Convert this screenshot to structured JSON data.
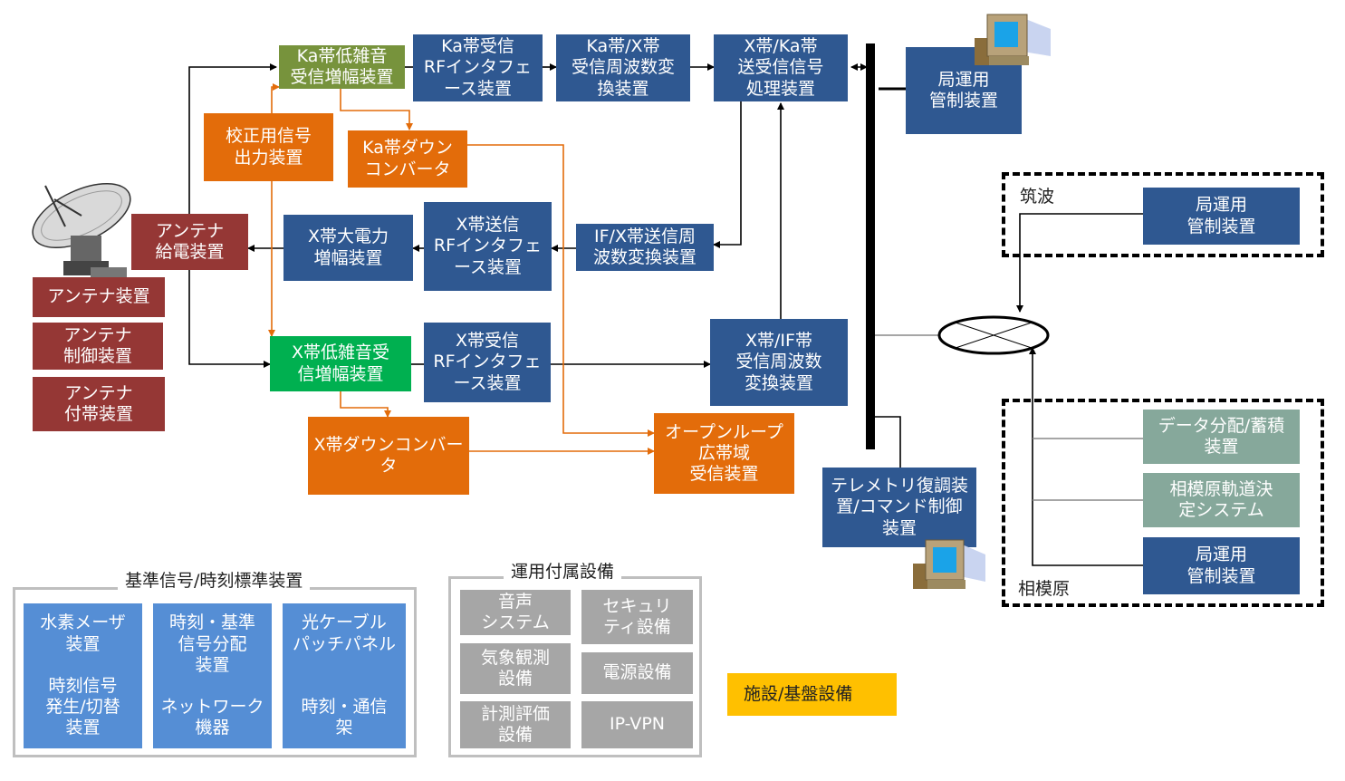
{
  "devices": {
    "ka_lna": "Ka帯低雑音\n受信増幅装置",
    "ka_rx_rf": "Ka帯受信\nRFインタフェ\nース装置",
    "ka_x_rx_conv": "Ka帯/X帯\n受信周波数変\n換装置",
    "x_ka_proc": "X帯/Ka帯\n送受信信号\n処理装置",
    "station_ctrl_main": "局運用\n管制装置",
    "calib": "校正用信号\n出力装置",
    "ka_down": "Ka帯ダウン\nコンバータ",
    "antenna_feed": "アンテナ\n給電装置",
    "x_hpa": "X帯大電力\n増幅装置",
    "x_tx_rf": "X帯送信\nRFインタフェ\nース装置",
    "if_x_tx_conv": "IF/X帯送信周\n波数変換装置",
    "antenna_unit": "アンテナ装置",
    "antenna_ctrl": "アンテナ\n制御装置",
    "antenna_aux": "アンテナ\n付帯装置",
    "x_lna": "X帯低雑音受\n信増幅装置",
    "x_rx_rf": "X帯受信\nRFインタフェ\nース装置",
    "x_if_rx_conv": "X帯/IF帯\n受信周波数\n変換装置",
    "x_down": "X帯ダウンコンバー\nタ",
    "open_loop": "オープンループ\n広帯域\n受信装置",
    "telemetry": "テレメトリ復調装\n置/コマンド制御\n装置"
  },
  "tsukuba": {
    "label": "筑波",
    "station_ctrl": "局運用\n管制装置"
  },
  "sagamihara": {
    "label": "相模原",
    "data_dist": "データ分配/蓄積\n装置",
    "orbit": "相模原軌道決\n定システム",
    "station_ctrl": "局運用\n管制装置"
  },
  "ref_group": {
    "title": "基準信号/時刻標準装置",
    "col1": "水素メーザ\n装置\n\n時刻信号\n発生/切替\n装置",
    "col2": "時刻・基準\n信号分配\n装置\n\nネットワーク\n機器",
    "col3": "光ケーブル\nパッチパネル\n\n\n時刻・通信\n架"
  },
  "aux_group": {
    "title": "運用付属設備",
    "voice": "音声\nシステム",
    "security": "セキュリ\nティ設備",
    "weather": "気象観測\n設備",
    "power": "電源設備",
    "measure": "計測評価\n設備",
    "vpn": "IP-VPN"
  },
  "facility": "施設/基盤設備",
  "icons": {
    "dish": "parabolic-antenna-icon",
    "pc": "computer-terminal-icon"
  },
  "colors": {
    "blue": "#2f5891",
    "red": "#953735",
    "orange": "#e36c0a",
    "green_ka": "#77933c",
    "green_x": "#00b050",
    "teal": "#86a89b",
    "light_blue": "#558ed5",
    "gray": "#a6a6a6",
    "yellow": "#ffc000"
  }
}
